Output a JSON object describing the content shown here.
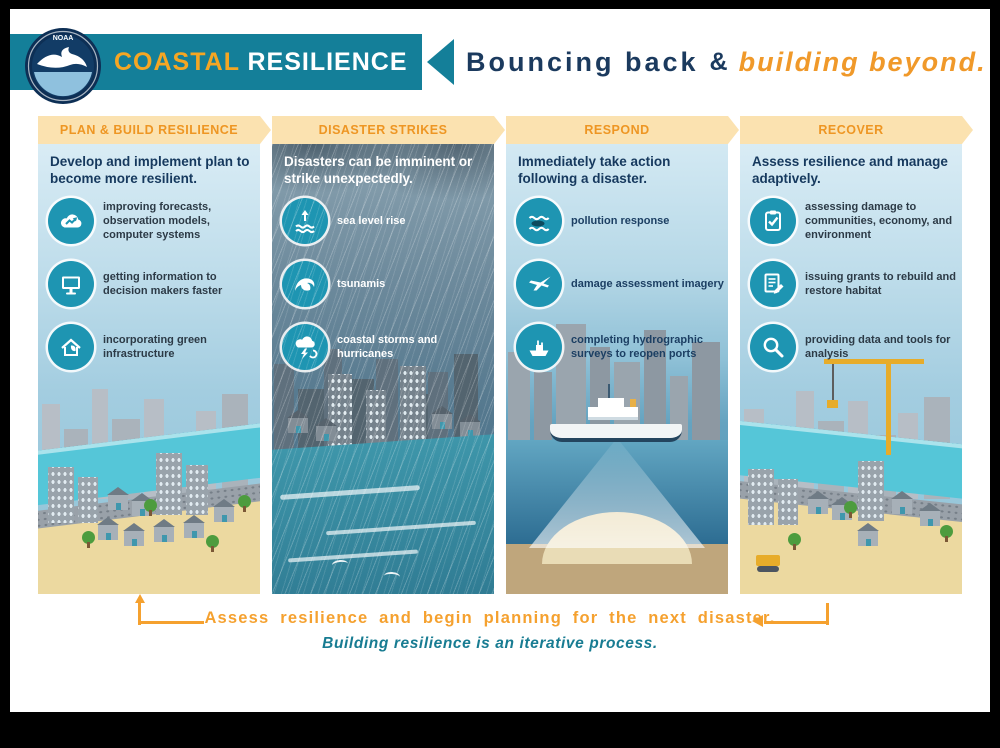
{
  "colors": {
    "teal_banner": "#147f99",
    "orange_accent": "#f0992a",
    "navy": "#1b3a5e",
    "peach_header": "#fbe2b0",
    "icon_teal": "#1e95b2",
    "footer_orange": "#f5a12f",
    "footer_teal": "#187c92"
  },
  "header": {
    "logo": "NOAA",
    "title_orange": "COASTAL",
    "title_white": "RESILIENCE",
    "tagline_dark": "Bouncing back",
    "tagline_amp": "&",
    "tagline_orange": "building beyond."
  },
  "panels": [
    {
      "title": "PLAN & BUILD RESILIENCE",
      "description": "Develop and implement plan to become more resilient.",
      "items": [
        {
          "icon": "forecast-cloud-icon",
          "label": "improving forecasts, observation models, computer systems"
        },
        {
          "icon": "monitor-icon",
          "label": "getting information to decision makers faster"
        },
        {
          "icon": "green-infrastructure-icon",
          "label": "incorporating green infrastructure"
        }
      ]
    },
    {
      "title": "DISASTER STRIKES",
      "description": "Disasters can be imminent or strike unexpectedly.",
      "items": [
        {
          "icon": "sea-level-rise-icon",
          "label": "sea level rise"
        },
        {
          "icon": "tsunami-wave-icon",
          "label": "tsunamis"
        },
        {
          "icon": "storm-hurricane-icon",
          "label": "coastal storms and hurricanes"
        }
      ]
    },
    {
      "title": "RESPOND",
      "description": "Immediately take action following a disaster.",
      "items": [
        {
          "icon": "pollution-response-icon",
          "label": "pollution response"
        },
        {
          "icon": "aerial-imagery-plane-icon",
          "label": "damage assessment imagery"
        },
        {
          "icon": "survey-ship-icon",
          "label": "completing hydrographic surveys to reopen ports"
        }
      ]
    },
    {
      "title": "RECOVER",
      "description": "Assess resilience and manage adaptively.",
      "items": [
        {
          "icon": "damage-assessment-clipboard-icon",
          "label": "assessing damage to communities, economy, and environment"
        },
        {
          "icon": "grants-document-icon",
          "label": "issuing grants to rebuild and restore habitat"
        },
        {
          "icon": "data-magnifier-icon",
          "label": "providing data and tools for analysis"
        }
      ]
    }
  ],
  "footer": {
    "line1": "Assess resilience and begin planning for the next disaster.",
    "line2": "Building resilience is an iterative process."
  }
}
